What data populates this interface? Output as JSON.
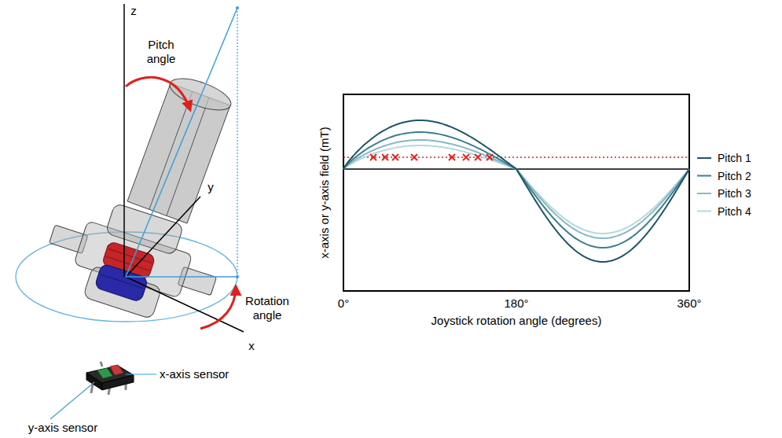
{
  "diagram": {
    "labels": [
      "z",
      "Pitch angle",
      "y",
      "x",
      "Rotation angle",
      "x-axis sensor",
      "y-axis sensor",
      "x-axis or y-axis field (mT)",
      "0°",
      "180°",
      "360°",
      "Joystick rotation angle (degrees)"
    ],
    "legend": [
      {
        "text": "Pitch 1"
      },
      {
        "text": "Pitch 2"
      },
      {
        "text": "Pitch 3"
      },
      {
        "text": "Pitch 4"
      }
    ]
  }
}
